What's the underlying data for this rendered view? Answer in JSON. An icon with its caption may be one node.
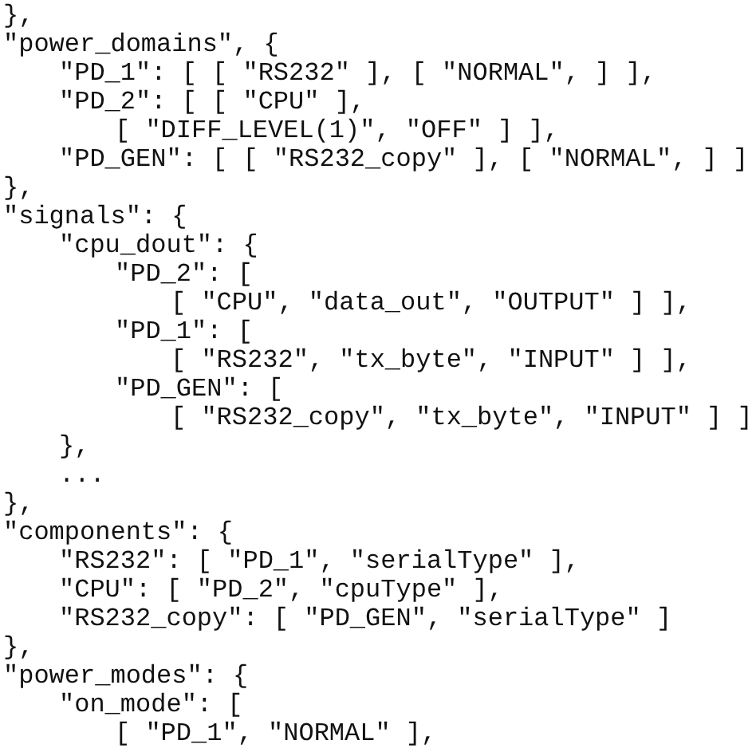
{
  "diagram": {
    "labels": [
      "},",
      "\"power_domains\", {",
      "\"PD_1\": [ [ \"RS232\" ], [ \"NORMAL\", ] ],",
      "\"PD_2\": [ [ \"CPU\" ],",
      "[ \"DIFF_LEVEL(1)\", \"OFF\" ] ],",
      "\"PD_GEN\": [ [ \"RS232_copy\" ], [ \"NORMAL\", ] ]",
      "},",
      "\"signals\": {",
      "\"cpu_dout\": {",
      "\"PD_2\": [",
      "[ \"CPU\", \"data_out\", \"OUTPUT\" ] ],",
      "\"PD_1\": [",
      "[ \"RS232\", \"tx_byte\", \"INPUT\" ] ],",
      "\"PD_GEN\": [",
      "[ \"RS232_copy\", \"tx_byte\", \"INPUT\" ] ]",
      "},",
      "...",
      "},",
      "\"components\": {",
      "\"RS232\": [ \"PD_1\", \"serialType\" ],",
      "\"CPU\": [ \"PD_2\", \"cpuType\" ],",
      "\"RS232_copy\": [ \"PD_GEN\", \"serialType\" ]",
      "},",
      "\"power_modes\": {",
      "\"on_mode\": [",
      "[ \"PD_1\", \"NORMAL\" ],"
    ]
  }
}
